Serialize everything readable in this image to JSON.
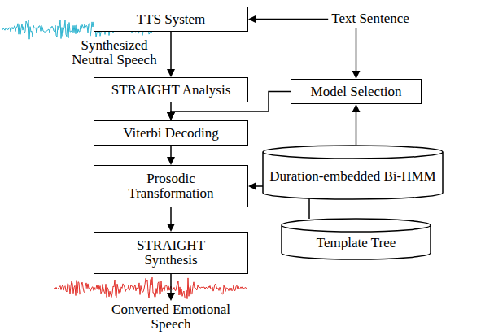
{
  "diagram": {
    "nodes": [
      {
        "text": [
          "TTS System"
        ]
      },
      {
        "text": [
          "Text Sentence"
        ]
      },
      {
        "text": [
          "STRAIGHT Analysis"
        ]
      },
      {
        "text": [
          "Model Selection"
        ]
      },
      {
        "text": [
          "Duration-embedded Bi-HMM"
        ]
      },
      {
        "text": [
          "Viterbi Decoding"
        ]
      },
      {
        "text": [
          "Prosodic Transformation"
        ]
      },
      {
        "text": [
          "Template Tree"
        ]
      },
      {
        "text": [
          "STRAIGHT Synthesis"
        ]
      }
    ],
    "edges": [
      {
        "from": 1,
        "to": 0,
        "arrow": "to"
      },
      {
        "from": 1,
        "to": 3,
        "arrow": "to"
      },
      {
        "from": 0,
        "to": 2,
        "arrow": "to"
      },
      {
        "from": 4,
        "to": 3,
        "arrow": "to"
      },
      {
        "from": 2,
        "to": 5,
        "arrow": "to"
      },
      {
        "from": 3,
        "to": 5,
        "arrow": "to"
      },
      {
        "from": 5,
        "to": 6,
        "arrow": "to"
      },
      {
        "from": 7,
        "to": 6,
        "arrow": "to"
      },
      {
        "from": 6,
        "to": 8,
        "arrow": "to"
      }
    ],
    "labels": [
      "Synthesized Neutral Speech",
      "Converted Emotional Speech"
    ]
  }
}
